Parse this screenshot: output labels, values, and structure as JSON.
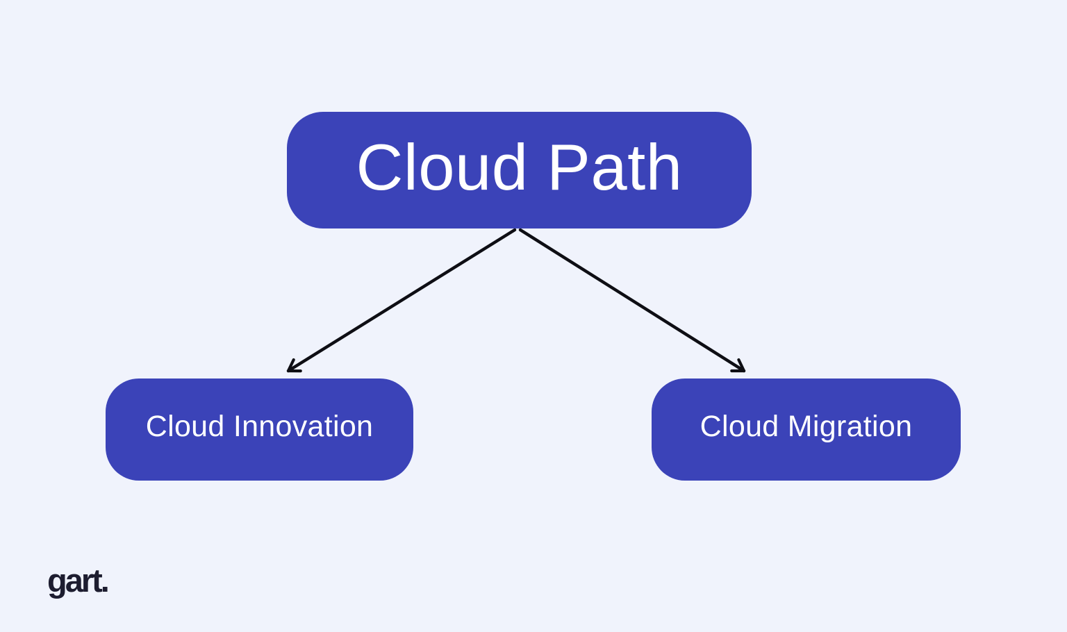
{
  "page": {
    "background_color": "#F0F3FC"
  },
  "diagram": {
    "type": "flowchart",
    "node_fill_color": "#3B43B8",
    "node_text_color": "#FFFFFF",
    "arrow_color": "#0E0E14",
    "root": {
      "label": "Cloud Path"
    },
    "children": [
      {
        "label": "Cloud Innovation"
      },
      {
        "label": "Cloud Migration"
      }
    ]
  },
  "footer": {
    "logo_text": "gart."
  }
}
